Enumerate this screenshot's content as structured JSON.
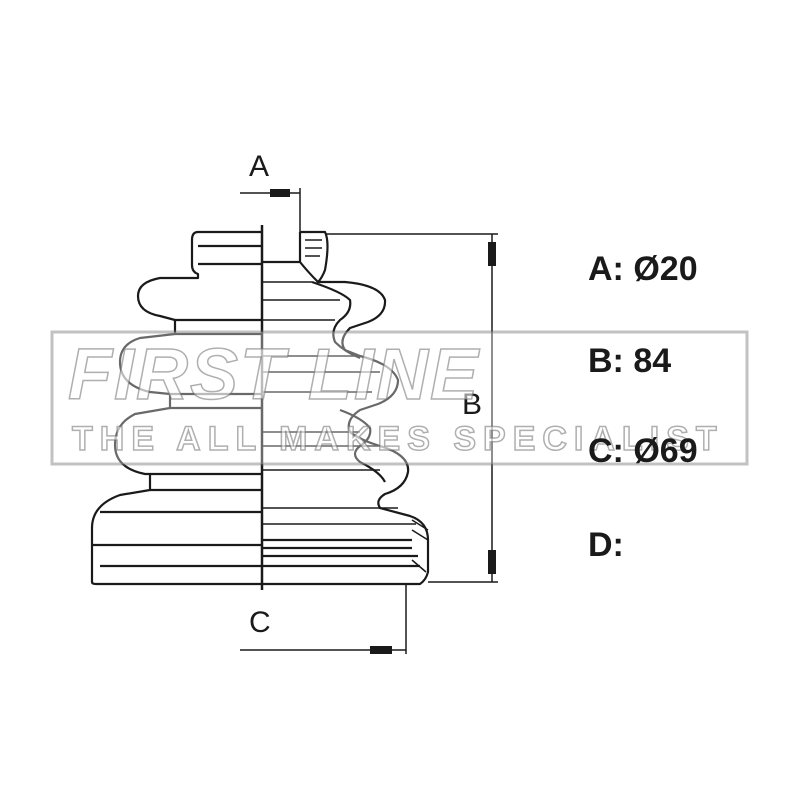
{
  "dimension_labels": {
    "a": "A",
    "b": "B",
    "c": "C"
  },
  "specs": [
    {
      "label": "A:",
      "value": "Ø20"
    },
    {
      "label": "B:",
      "value": "84"
    },
    {
      "label": "C:",
      "value": "Ø69"
    },
    {
      "label": "D:",
      "value": ""
    }
  ],
  "watermark": {
    "title": "FIRST LINE",
    "tagline": "THE ALL MAKES SPECIALIST"
  }
}
